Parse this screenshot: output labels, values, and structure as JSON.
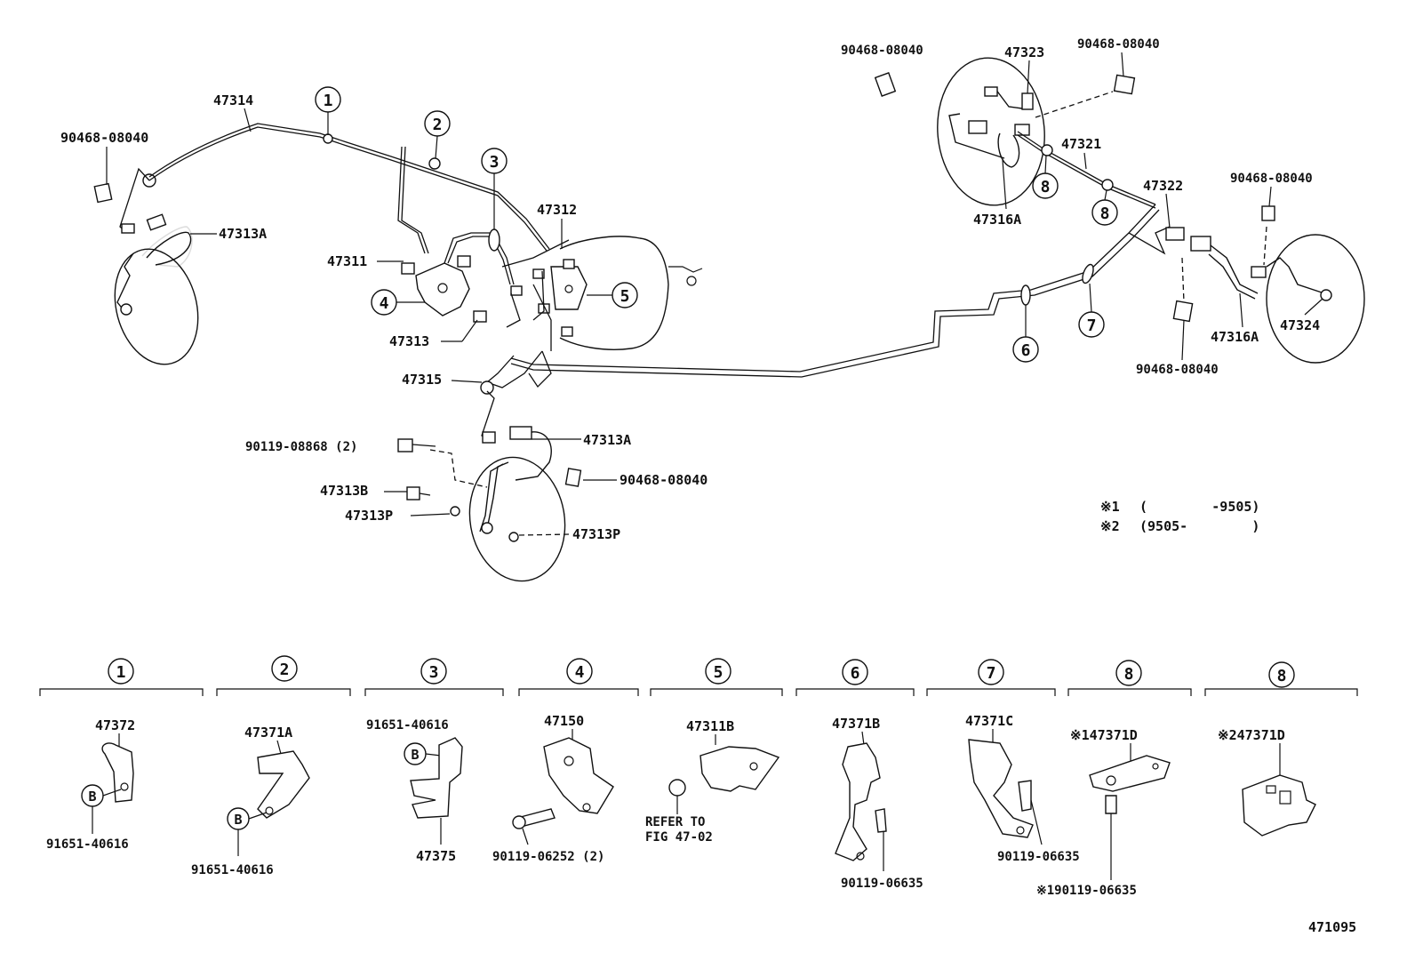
{
  "diagram_number": "471095",
  "note_lines": [
    {
      "mark": "※1",
      "text": "(        -9505)"
    },
    {
      "mark": "※2",
      "text": "(9505-        )"
    }
  ],
  "callouts": {
    "c1": "1",
    "c2": "2",
    "c3": "3",
    "c4": "4",
    "c5": "5",
    "c6": "6",
    "c7": "7",
    "c8a": "8",
    "c8b": "8"
  },
  "labels": {
    "p47314": "47314",
    "p90468_a": "90468-08040",
    "p47313A_a": "47313A",
    "p47311": "47311",
    "p47313": "47313",
    "p47312": "47312",
    "p47315": "47315",
    "p90119_08868": "90119-08868 (2)",
    "p47313A_b": "47313A",
    "p90468_b": "90468-08040",
    "p47313B": "47313B",
    "p47313P_a": "47313P",
    "p47313P_b": "47313P",
    "p90468_c": "90468-08040",
    "p47323": "47323",
    "p90468_d": "90468-08040",
    "p47321": "47321",
    "p47316A_a": "47316A",
    "p47322": "47322",
    "p90468_e": "90468-08040",
    "p47316A_b": "47316A",
    "p47324": "47324",
    "p90468_f": "90468-08040"
  },
  "details": [
    {
      "mark": "1",
      "parts": [
        "47372",
        "B",
        "91651-40616"
      ]
    },
    {
      "mark": "2",
      "parts": [
        "47371A",
        "B",
        "91651-40616"
      ]
    },
    {
      "mark": "3",
      "parts": [
        "91651-40616",
        "B",
        "47375"
      ]
    },
    {
      "mark": "4",
      "parts": [
        "47150",
        "90119-06252 (2)"
      ]
    },
    {
      "mark": "5",
      "parts": [
        "47311B",
        "REFER TO",
        "FIG 47-02"
      ]
    },
    {
      "mark": "6",
      "parts": [
        "47371B",
        "90119-06635"
      ]
    },
    {
      "mark": "7",
      "parts": [
        "47371C",
        "90119-06635"
      ]
    },
    {
      "mark": "8",
      "parts": [
        "※147371D",
        "※190119-06635"
      ]
    },
    {
      "mark": "8",
      "parts": [
        "※247371D"
      ]
    }
  ]
}
